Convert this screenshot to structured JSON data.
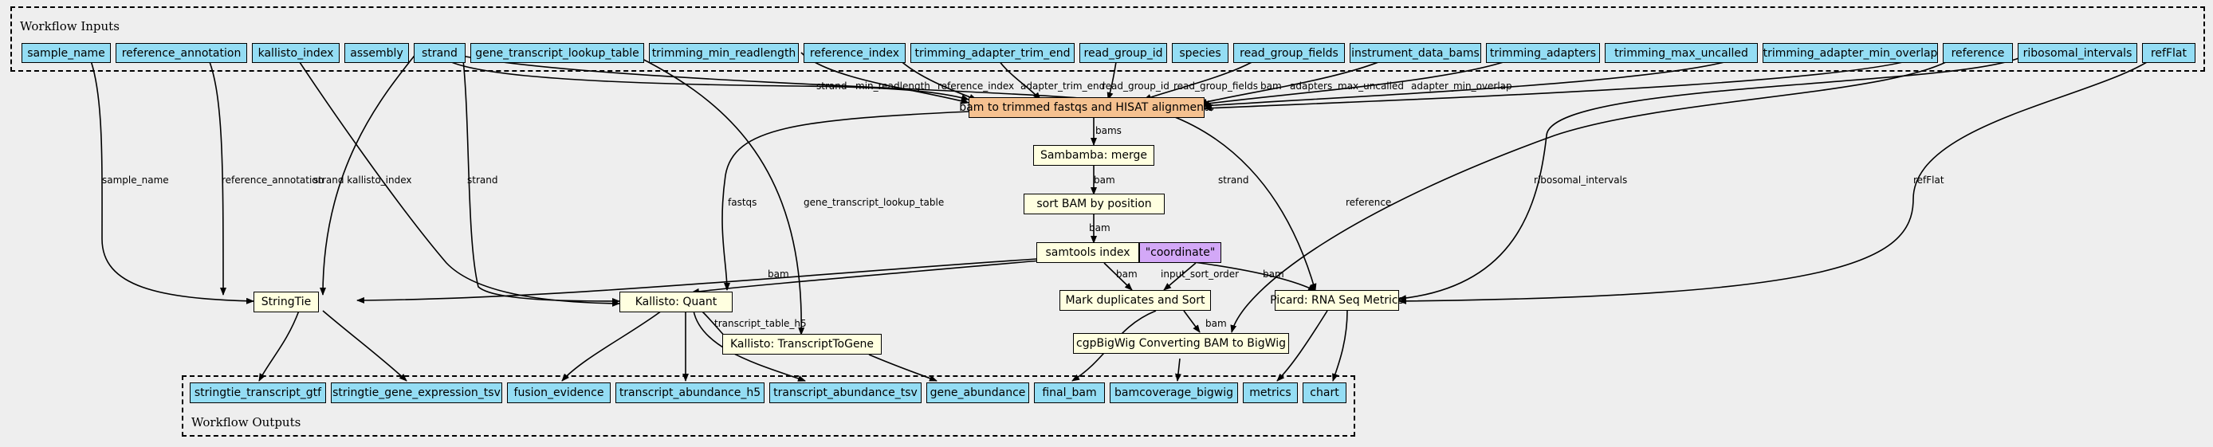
{
  "clusters": {
    "inputs": "Workflow Inputs",
    "outputs": "Workflow Outputs"
  },
  "inputs": {
    "sample_name": "sample_name",
    "reference_annotation": "reference_annotation",
    "kallisto_index": "kallisto_index",
    "assembly": "assembly",
    "strand": "strand",
    "gene_transcript_lookup_table": "gene_transcript_lookup_table",
    "trimming_min_readlength": "trimming_min_readlength",
    "reference_index": "reference_index",
    "trimming_adapter_trim_end": "trimming_adapter_trim_end",
    "read_group_id": "read_group_id",
    "species": "species",
    "read_group_fields": "read_group_fields",
    "instrument_data_bams": "instrument_data_bams",
    "trimming_adapters": "trimming_adapters",
    "trimming_max_uncalled": "trimming_max_uncalled",
    "trimming_adapter_min_overlap": "trimming_adapter_min_overlap",
    "reference": "reference",
    "ribosomal_intervals": "ribosomal_intervals",
    "refFlat": "refFlat"
  },
  "steps": {
    "bam_to_trimmed": "bam to trimmed fastqs and HISAT alignments",
    "sambamba_merge": "Sambamba: merge",
    "sort_bam": "sort BAM by position",
    "samtools_index": "samtools index",
    "coordinate": "\"coordinate\"",
    "mark_duplicates": "Mark duplicates and Sort",
    "picard_rnaseq": "Picard: RNA Seq Metrics",
    "stringtie": "StringTie",
    "kallisto_quant": "Kallisto: Quant",
    "kallisto_t2g": "Kallisto: TranscriptToGene",
    "cgpbigwig": "cgpBigWig Converting BAM to BigWig"
  },
  "outputs": {
    "stringtie_transcript_gtf": "stringtie_transcript_gtf",
    "stringtie_gene_expression_tsv": "stringtie_gene_expression_tsv",
    "fusion_evidence": "fusion_evidence",
    "transcript_abundance_h5": "transcript_abundance_h5",
    "transcript_abundance_tsv": "transcript_abundance_tsv",
    "gene_abundance": "gene_abundance",
    "final_bam": "final_bam",
    "bamcoverage_bigwig": "bamcoverage_bigwig",
    "metrics": "metrics",
    "chart": "chart"
  },
  "edge_labels": {
    "strand": "strand",
    "min_readlength": "min_readlength",
    "reference_index": "reference_index",
    "adapter_trim_end": "adapter_trim_end",
    "read_group_id": "read_group_id",
    "read_group_fields": "read_group_fields",
    "bam": "bam",
    "adapters": "adapters",
    "max_uncalled": "max_uncalled",
    "adapter_min_overlap": "adapter_min_overlap",
    "bams": "bams",
    "sample_name": "sample_name",
    "reference_annotation": "reference_annotation",
    "strand_kallisto_index": "strand kallisto_index",
    "fastqs": "fastqs",
    "gene_transcript_lookup_table": "gene_transcript_lookup_table",
    "reference": "reference",
    "ribosomal_intervals": "ribosomal_intervals",
    "refFlat": "refFlat",
    "input_sort_order": "input_sort_order",
    "transcript_table_h5": "transcript_table_h5"
  }
}
